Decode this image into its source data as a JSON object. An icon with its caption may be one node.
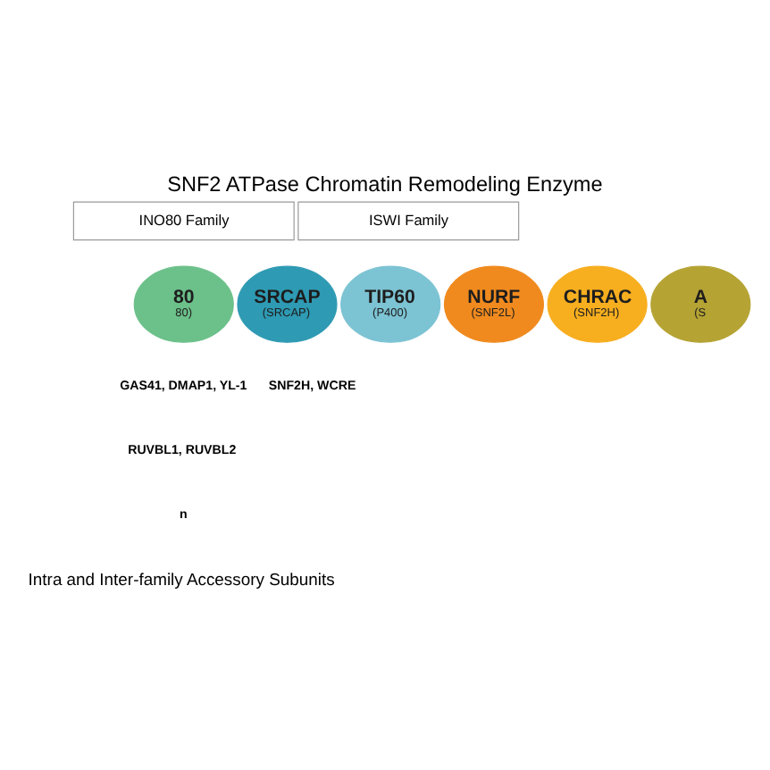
{
  "diagram": {
    "title": "SNF2 ATPase Chromatin Remodeling Enzyme",
    "nodes": [
      {
        "text": [
          "INO80 Family"
        ]
      },
      {
        "text": [
          "ISWI Family"
        ]
      },
      {
        "text": [
          "80",
          "80)"
        ]
      },
      {
        "text": [
          "SRCAP",
          "(SRCAP)"
        ]
      },
      {
        "text": [
          "TIP60",
          "(P400)"
        ]
      },
      {
        "text": [
          "NURF",
          "(SNF2L)"
        ]
      },
      {
        "text": [
          "CHRAC",
          "(SNF2H)"
        ]
      },
      {
        "text": [
          "A",
          "(S"
        ]
      }
    ],
    "edges": [],
    "labels": [
      "GAS41, DMAP1, YL-1",
      "SNF2H, WCRE",
      "RUVBL1, RUVBL2",
      "n",
      "Intra and Inter-family Accessory Subunits"
    ]
  }
}
